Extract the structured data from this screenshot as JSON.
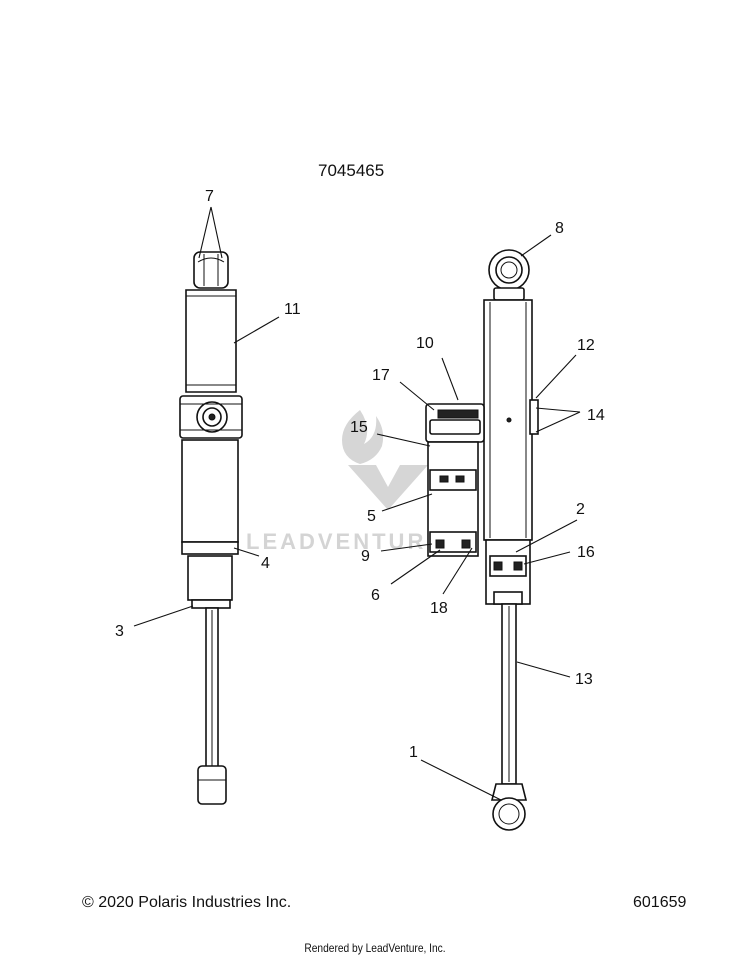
{
  "header": {
    "part_number": "7045465"
  },
  "footer": {
    "copyright": "© 2020 Polaris Industries Inc.",
    "diagram_id": "601659",
    "rendered_by": "Rendered by LeadVenture, Inc."
  },
  "watermark": {
    "text": "LEADVENTURE"
  },
  "callouts": [
    "1",
    "2",
    "3",
    "4",
    "5",
    "6",
    "7",
    "8",
    "9",
    "10",
    "11",
    "12",
    "13",
    "14",
    "15",
    "16",
    "17",
    "18"
  ]
}
